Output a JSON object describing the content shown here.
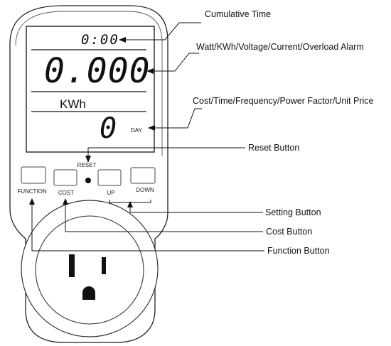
{
  "display": {
    "time": "0:00",
    "main_reading": "0.000",
    "unit": "KWh",
    "secondary_reading": "0",
    "secondary_unit": "DAY"
  },
  "buttons": {
    "reset": "RESET",
    "function": "FUNCTION",
    "cost": "COST",
    "up": "UP",
    "down": "DOWN"
  },
  "callouts": {
    "cumulative_time": "Cumulative Time",
    "main_display": "Watt/KWh/Voltage/Current/Overload Alarm",
    "secondary_display": "Cost/Time/Frequency/Power Factor/Unit Price",
    "reset_button": "Reset Button",
    "setting_button": "Setting Button",
    "cost_button": "Cost Button",
    "function_button": "Function Button"
  }
}
